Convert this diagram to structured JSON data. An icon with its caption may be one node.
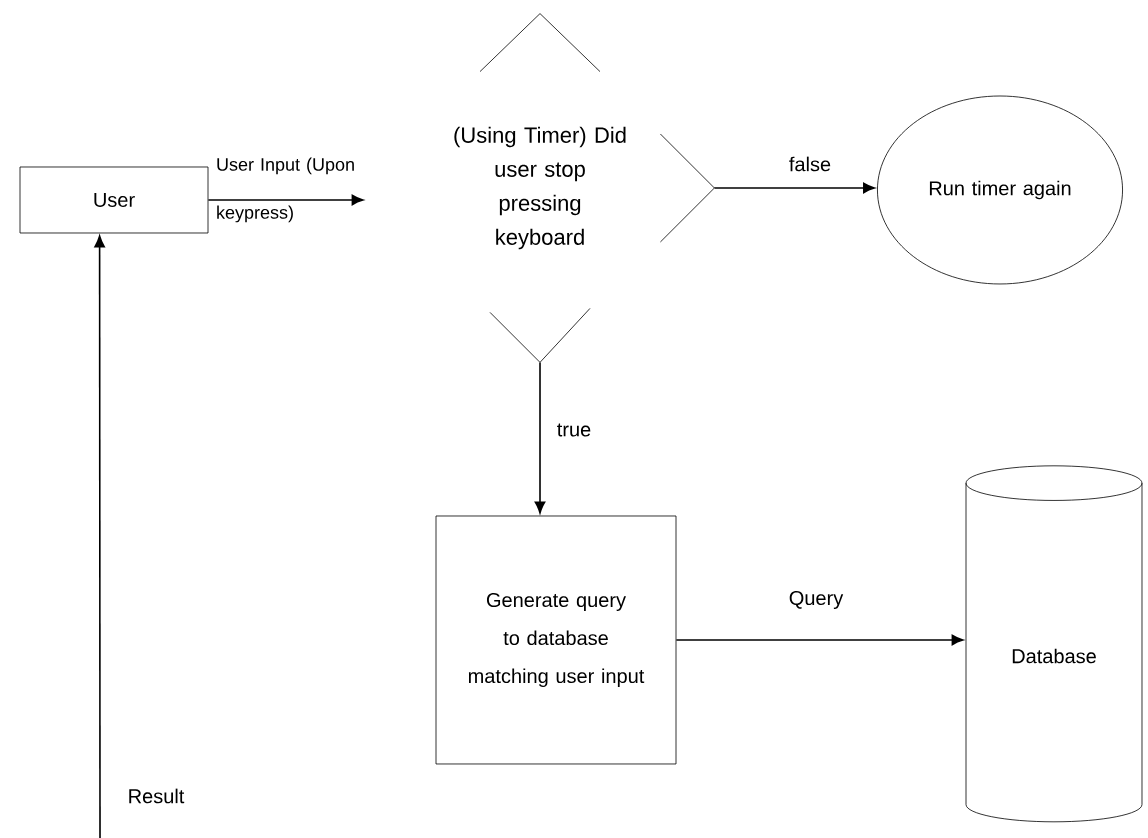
{
  "diagram": {
    "nodes": [
      {
        "text": [
          "User"
        ]
      },
      {
        "text": [
          "(Using Timer) Did user stop pressing keyboard"
        ]
      },
      {
        "text": [
          "Run timer again"
        ]
      },
      {
        "text": [
          "Generate query to database matching user input"
        ]
      },
      {
        "text": [
          "Database"
        ]
      }
    ],
    "edges": [
      {
        "from": 0,
        "to": 1,
        "arrow": "to",
        "label": "User Input (Upon keypress)"
      },
      {
        "from": 1,
        "to": 2,
        "arrow": "to",
        "label": "false"
      },
      {
        "from": 1,
        "to": 3,
        "arrow": "to",
        "label": "true"
      },
      {
        "from": 3,
        "to": 4,
        "arrow": "to",
        "label": "Query"
      },
      {
        "from": null,
        "to": 0,
        "arrow": "to",
        "label": "Result"
      }
    ]
  }
}
